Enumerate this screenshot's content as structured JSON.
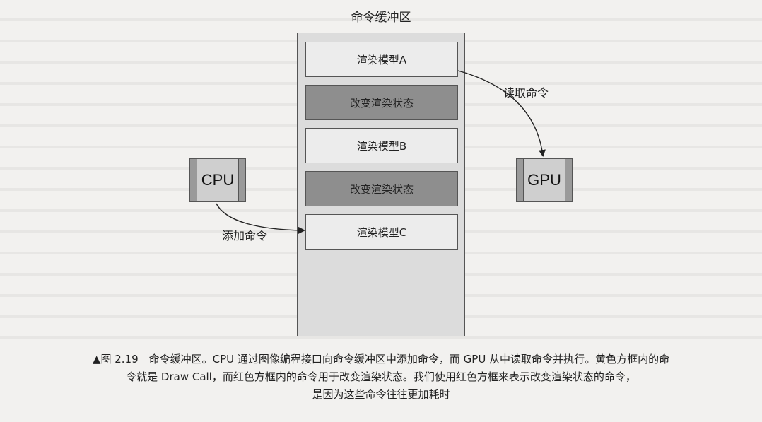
{
  "diagram": {
    "buffer_title": "命令缓冲区",
    "commands": [
      {
        "label": "渲染模型A",
        "kind": "draw"
      },
      {
        "label": "改变渲染状态",
        "kind": "state"
      },
      {
        "label": "渲染模型B",
        "kind": "draw"
      },
      {
        "label": "改变渲染状态",
        "kind": "state"
      },
      {
        "label": "渲染模型C",
        "kind": "draw"
      }
    ],
    "cpu_label": "CPU",
    "gpu_label": "GPU",
    "add_label": "添加命令",
    "read_label": "读取命令"
  },
  "caption": {
    "line1": "▲图 2.19　命令缓冲区。CPU 通过图像编程接口向命令缓冲区中添加命令，而 GPU 从中读取命令并执行。黄色方框内的命",
    "line2": "令就是 Draw Call，而红色方框内的命令用于改变渲染状态。我们使用红色方框来表示改变渲染状态的命令，",
    "line3": "是因为这些命令往往更加耗时"
  },
  "colors": {
    "background": "#f2f1ef",
    "buffer_fill": "#dcdcdc",
    "draw_fill": "#ececec",
    "state_fill": "#8e8e8e",
    "chip_fill": "#cfcfcf"
  }
}
